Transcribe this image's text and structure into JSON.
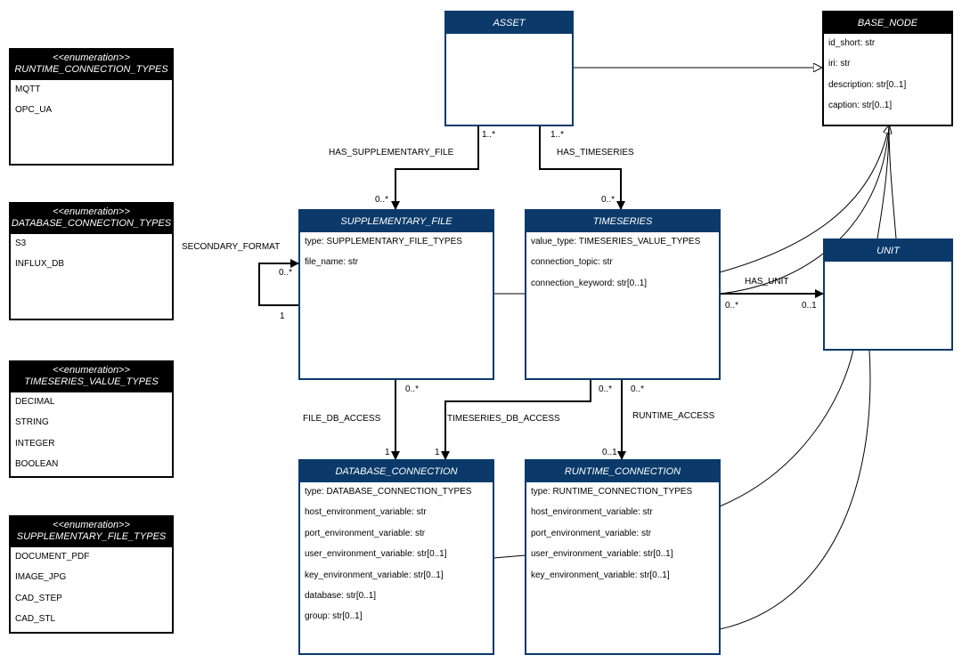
{
  "enumerations": [
    {
      "stereotype": "<<enumeration>>",
      "name": "RUNTIME_CONNECTION_TYPES",
      "values": [
        "MQTT",
        "OPC_UA"
      ]
    },
    {
      "stereotype": "<<enumeration>>",
      "name": "DATABASE_CONNECTION_TYPES",
      "values": [
        "S3",
        "INFLUX_DB"
      ]
    },
    {
      "stereotype": "<<enumeration>>",
      "name": "TIMESERIES_VALUE_TYPES",
      "values": [
        "DECIMAL",
        "STRING",
        "INTEGER",
        "BOOLEAN"
      ]
    },
    {
      "stereotype": "<<enumeration>>",
      "name": "SUPPLEMENTARY_FILE_TYPES",
      "values": [
        "DOCUMENT_PDF",
        "IMAGE_JPG",
        "CAD_STEP",
        "CAD_STL"
      ]
    }
  ],
  "classes": {
    "asset": {
      "name": "ASSET",
      "attributes": []
    },
    "base_node": {
      "name": "BASE_NODE",
      "attributes": [
        "id_short: str",
        "iri: str",
        "description: str[0..1]",
        "caption: str[0..1]"
      ]
    },
    "supplementary_file": {
      "name": "SUPPLEMENTARY_FILE",
      "attributes": [
        "type: SUPPLEMENTARY_FILE_TYPES",
        "file_name: str"
      ]
    },
    "timeseries": {
      "name": "TIMESERIES",
      "attributes": [
        "value_type: TIMESERIES_VALUE_TYPES",
        "connection_topic: str",
        "connection_keyword: str[0..1]"
      ]
    },
    "unit": {
      "name": "UNIT",
      "attributes": []
    },
    "database_connection": {
      "name": "DATABASE_CONNECTION",
      "attributes": [
        "type: DATABASE_CONNECTION_TYPES",
        "host_environment_variable: str",
        "port_environment_variable: str",
        "user_environment_variable: str[0..1]",
        "key_environment_variable: str[0..1]",
        "database: str[0..1]",
        "group: str[0..1]"
      ]
    },
    "runtime_connection": {
      "name": "RUNTIME_CONNECTION",
      "attributes": [
        "type: RUNTIME_CONNECTION_TYPES",
        "host_environment_variable: str",
        "port_environment_variable: str",
        "user_environment_variable: str[0..1]",
        "key_environment_variable: str[0..1]"
      ]
    }
  },
  "associations": {
    "has_supplementary_file": {
      "label": "HAS_SUPPLEMENTARY_FILE",
      "source_mult": "1..*",
      "target_mult": "0..*"
    },
    "has_timeseries": {
      "label": "HAS_TIMESERIES",
      "source_mult": "1..*",
      "target_mult": "0..*"
    },
    "secondary_format": {
      "label": "SECONDARY_FORMAT",
      "source_mult": "0..*",
      "target_mult": "1"
    },
    "has_unit": {
      "label": "HAS_UNIT",
      "source_mult": "0..*",
      "target_mult": "0..1"
    },
    "file_db_access": {
      "label": "FILE_DB_ACCESS",
      "source_mult": "0..*",
      "target_mult": "1"
    },
    "timeseries_db_access": {
      "label": "TIMESERIES_DB_ACCESS",
      "source_mult": "0..*",
      "target_mult": "1"
    },
    "runtime_access": {
      "label": "RUNTIME_ACCESS",
      "source_mult": "0..*",
      "target_mult": "0..1"
    }
  }
}
